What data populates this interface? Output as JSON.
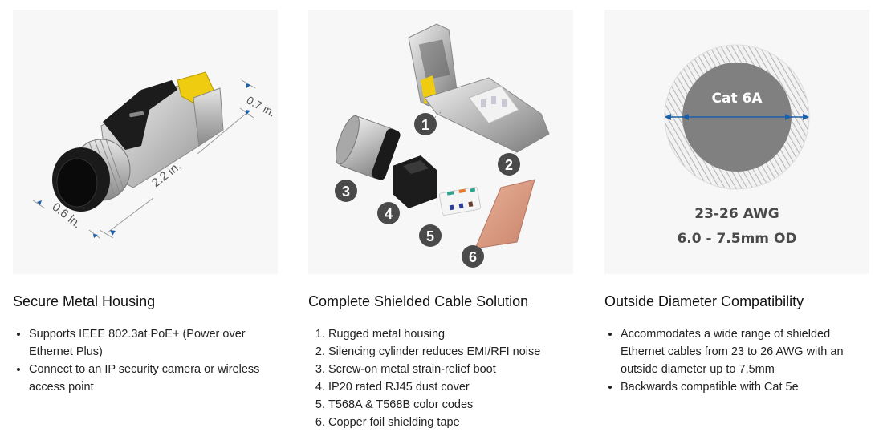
{
  "cards": [
    {
      "image": {
        "alt": "RJ45 shielded connector with dimensions",
        "dimensions": {
          "width": "0.7 in.",
          "length": "2.2 in.",
          "diameter": "0.6 in."
        },
        "colors": {
          "background": "#f7f7f7",
          "accent": "#1a5fa8",
          "latch": "#e8c000"
        }
      },
      "title": "Secure Metal Housing",
      "list_type": "bullet",
      "items": [
        "Supports IEEE 802.3at PoE+ (Power over Ethernet Plus)",
        "Connect to an IP security camera or wireless access point"
      ]
    },
    {
      "image": {
        "alt": "Exploded view of connector components",
        "callouts": [
          "1",
          "2",
          "3",
          "4",
          "5",
          "6"
        ],
        "colors": {
          "background": "#f7f7f7",
          "callout": "#4a4a4a"
        }
      },
      "title": "Complete Shielded Cable Solution",
      "list_type": "numbered",
      "items": [
        "Rugged metal housing",
        "Silencing cylinder reduces EMI/RFI noise",
        "Screw-on metal strain-relief boot",
        "IP20 rated RJ45 dust cover",
        "T568A & T568B color codes",
        "Copper foil shielding tape"
      ]
    },
    {
      "image": {
        "alt": "Cable cross-section diagram",
        "cable_label": "Cat 6A",
        "awg_label": "23-26 AWG",
        "od_label": "6.0 - 7.5mm OD",
        "colors": {
          "background": "#f7f7f7",
          "core": "#808080",
          "arrow": "#1a5fa8",
          "text": "#4a4a4a"
        }
      },
      "title": "Outside Diameter Compatibility",
      "list_type": "bullet",
      "items": [
        "Accommodates a wide range of shielded Ethernet cables from 23 to 26 AWG with an outside diameter up to 7.5mm",
        "Backwards compatible with Cat 5e"
      ]
    }
  ]
}
